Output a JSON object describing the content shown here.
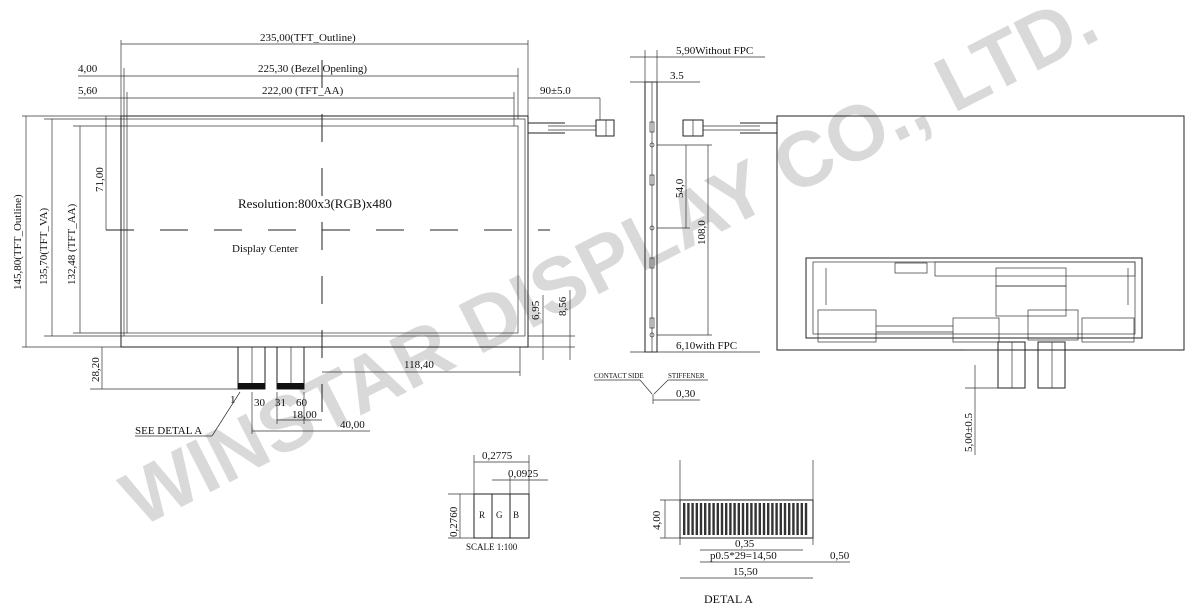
{
  "watermark": "WINSTAR DISPLAY CO., LTD.",
  "front": {
    "outline_w": "235,00(TFT_Outline)",
    "bezel_w": "225,30 (Bezel Openling)",
    "aa_w": "222,00 (TFT_AA)",
    "left_4": "4,00",
    "left_5": "5,60",
    "fpc_len": "90±5.0",
    "outline_h": "145,80(TFT_Outline)",
    "va_h": "135,70(TFT_VA)",
    "aa_h": "132,48 (TFT_AA)",
    "center_71": "71,00",
    "resolution": "Resolution:800x3(RGB)x480",
    "display_center": "Display Center",
    "bottom_695": "6,95",
    "bottom_856": "8,56",
    "fpc_2820": "28,20",
    "center_11840": "118,40",
    "pin_1": "1",
    "pin_30": "30",
    "pin_31": "31",
    "pin_60": "60",
    "fpc_1800": "18,00",
    "fpc_4000": "40,00",
    "see_detail": "SEE DETAL A"
  },
  "side": {
    "without_fpc": "5,90Without FPC",
    "with_fpc": "6,10with FPC",
    "d35": "3.5",
    "d540": "54,0",
    "d1080": "108,0",
    "contact_side": "CONTACT SIDE",
    "stiffener": "STIFFENER",
    "d030": "0,30"
  },
  "back": {
    "fpc_h": "5,00±0.5"
  },
  "pixel": {
    "w": "0,2775",
    "sub": "0,0925",
    "h": "0,2760",
    "r": "R",
    "g": "G",
    "b": "B",
    "scale": "SCALE 1:100"
  },
  "detail": {
    "h": "4,00",
    "pin_w": "0,35",
    "pitch": "p0.5*29=14,50",
    "end": "0,50",
    "total": "15,50",
    "title": "DETAL A"
  }
}
